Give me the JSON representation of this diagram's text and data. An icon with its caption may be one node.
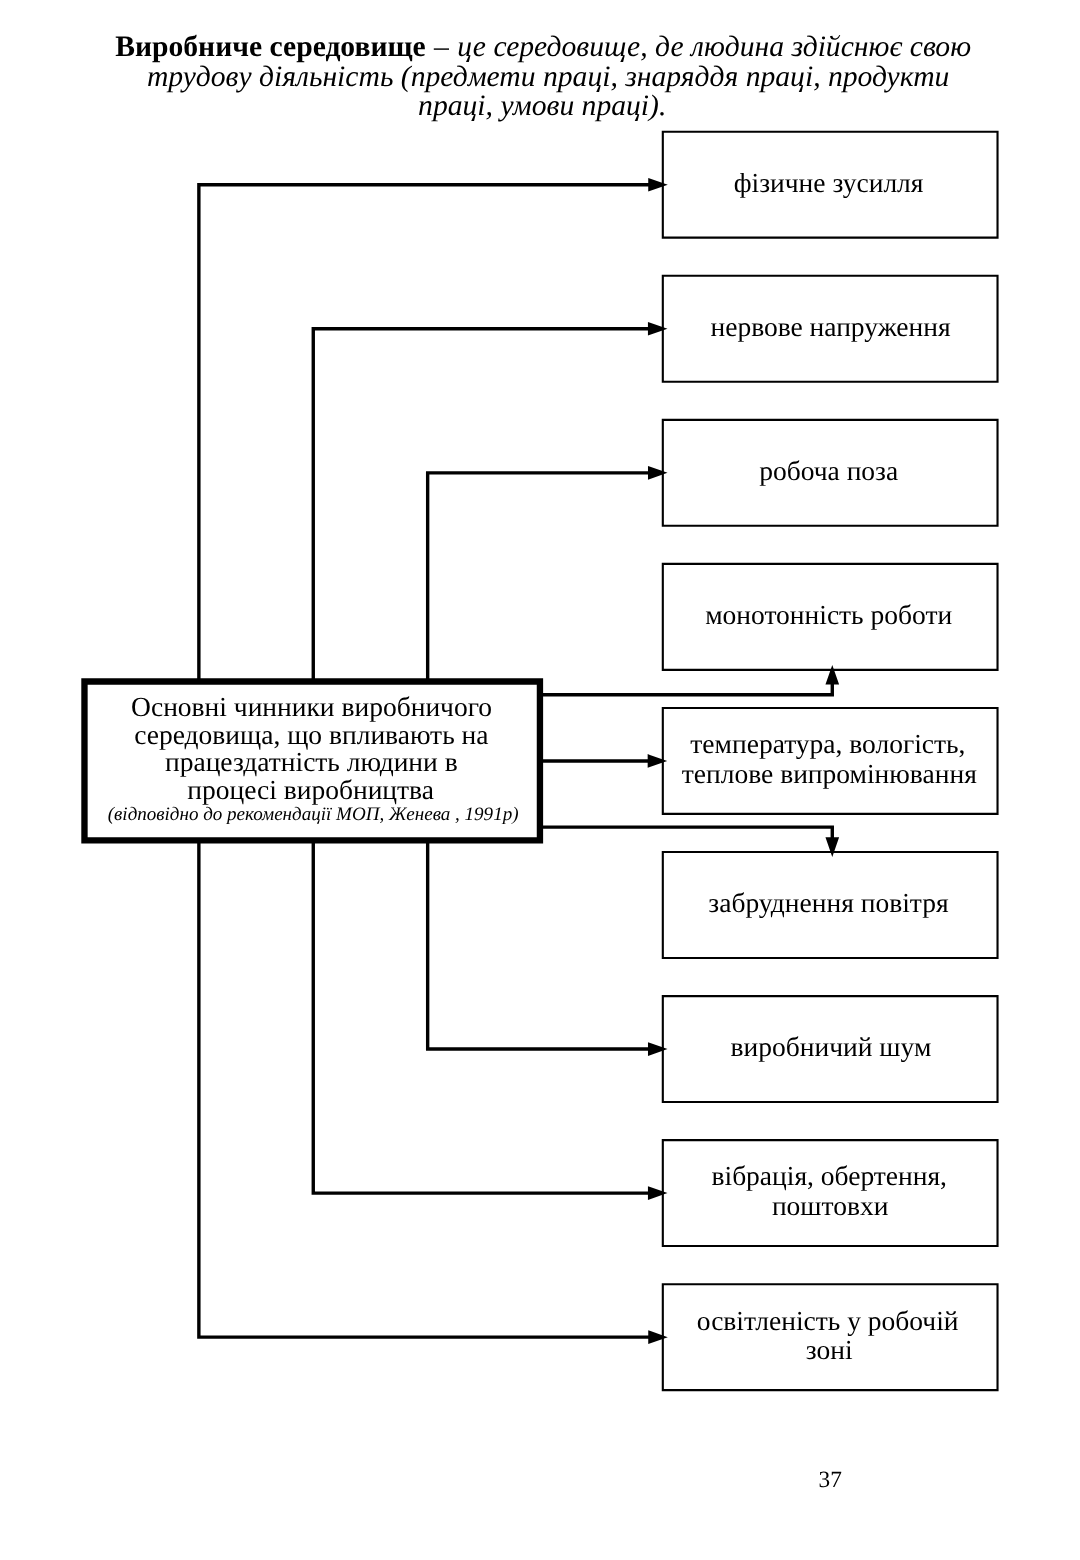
{
  "diagram": {
    "title": "**Виробниче середовище** – *це середовище, де людина здійснює свою трудову діяльність (предмети праці, знаряддя праці, продукти праці, умови праці).*",
    "nodes": [
      {
        "text": [
          "Основні чинники виробничого середовища, що впливають на працездатність людини в процесі виробництва",
          "(відповідно до рекомендації МОП, Женева , 1991р)"
        ]
      },
      {
        "text": [
          "фізичне зусилля"
        ]
      },
      {
        "text": [
          "нервове напруження"
        ]
      },
      {
        "text": [
          "робоча поза"
        ]
      },
      {
        "text": [
          "монотонність роботи"
        ]
      },
      {
        "text": [
          "температура, вологість, теплове випромінювання"
        ]
      },
      {
        "text": [
          "забруднення повітря"
        ]
      },
      {
        "text": [
          "виробничий шум"
        ]
      },
      {
        "text": [
          "вібрація, обертення, поштовхи"
        ]
      },
      {
        "text": [
          "освітленість у робочій зоні"
        ]
      }
    ],
    "edges": [
      {
        "from": 0,
        "to": 1,
        "arrow": "to"
      },
      {
        "from": 0,
        "to": 2,
        "arrow": "to"
      },
      {
        "from": 0,
        "to": 3,
        "arrow": "to"
      },
      {
        "from": 0,
        "to": 4,
        "arrow": "to"
      },
      {
        "from": 0,
        "to": 5,
        "arrow": "to"
      },
      {
        "from": 0,
        "to": 6,
        "arrow": "to"
      },
      {
        "from": 0,
        "to": 7,
        "arrow": "to"
      },
      {
        "from": 0,
        "to": 8,
        "arrow": "to"
      },
      {
        "from": 0,
        "to": 9,
        "arrow": "to"
      }
    ],
    "labels": [
      "37"
    ]
  }
}
